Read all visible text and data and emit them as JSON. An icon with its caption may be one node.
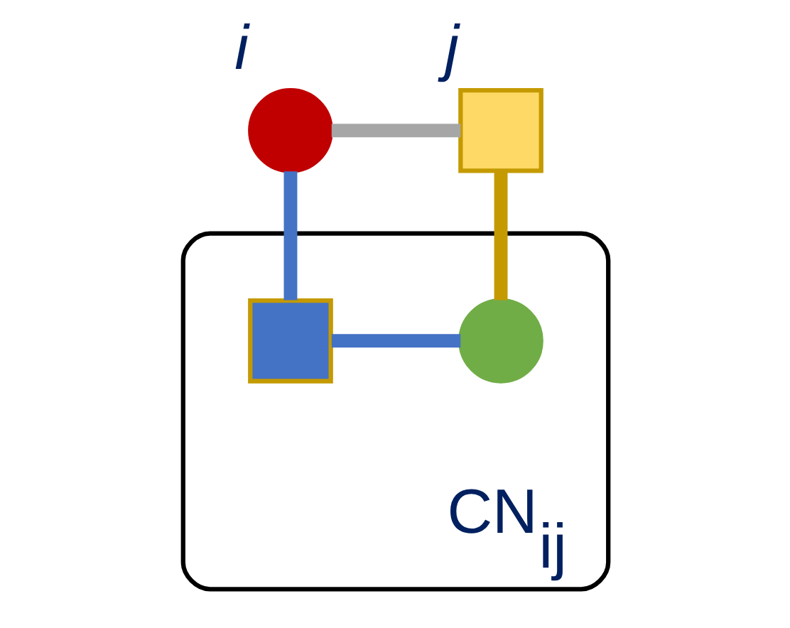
{
  "diagram": {
    "nodes": [
      {
        "text": [
          "CN$_{ij}$"
        ]
      },
      {
        "text": [],
        "shape": "circle",
        "beside": [
          "i"
        ]
      },
      {
        "text": [],
        "shape": "box",
        "beside": [
          "j"
        ]
      },
      {
        "text": [],
        "shape": "box",
        "in": 0
      },
      {
        "text": [],
        "shape": "circle",
        "in": 0
      }
    ],
    "edges": [
      {
        "from": 1,
        "to": 2,
        "arrow": "none",
        "color": "#a6a6a6"
      },
      {
        "from": 1,
        "to": 3,
        "arrow": "none"
      },
      {
        "from": 3,
        "to": 4,
        "arrow": "none"
      },
      {
        "from": 4,
        "to": 2,
        "arrow": "none",
        "color": "#c49a00"
      }
    ]
  }
}
